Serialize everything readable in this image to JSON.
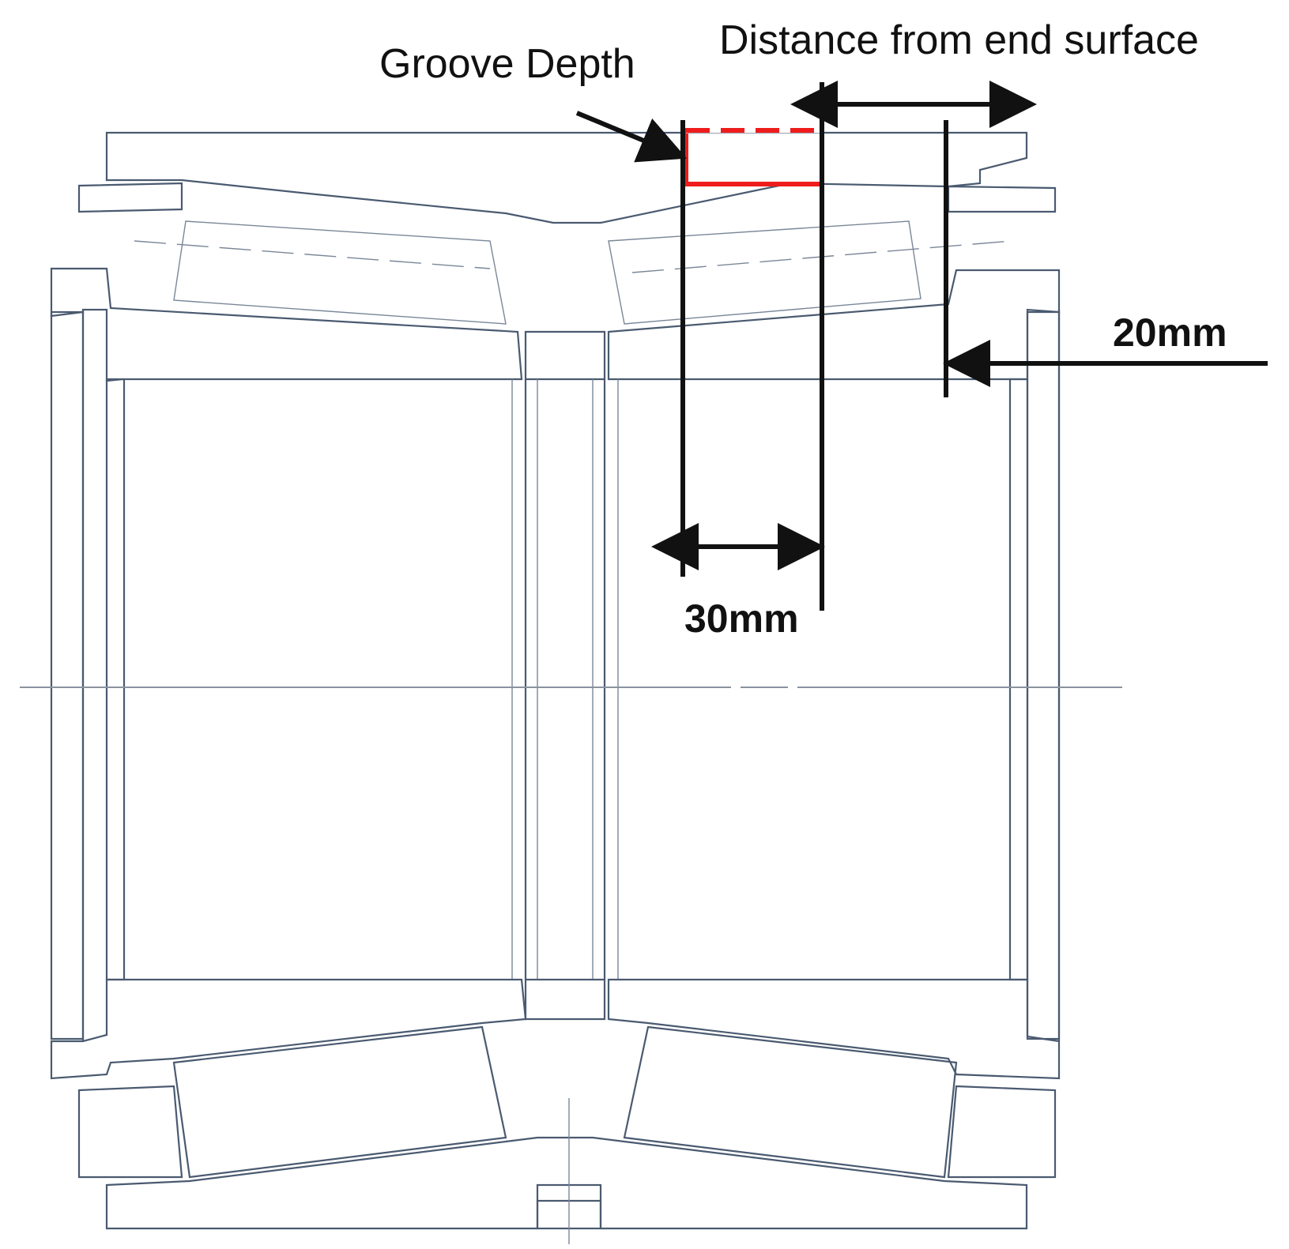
{
  "labels": {
    "groove_depth": "Groove Depth",
    "distance_from_end_surface": "Distance from end surface",
    "dim_20": "20mm",
    "dim_30": "30mm"
  },
  "colors": {
    "groove_highlight": "#ee1c1c",
    "line": "#4a5a70",
    "dimension": "#111111"
  }
}
